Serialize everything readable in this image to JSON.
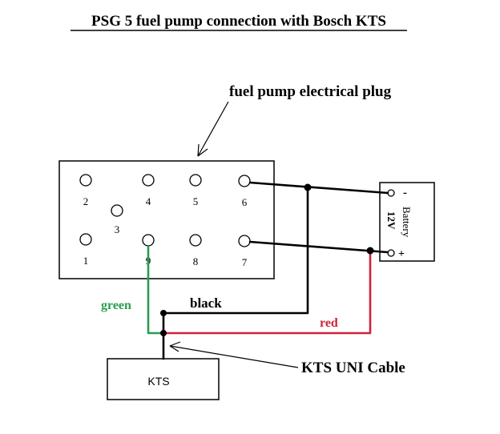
{
  "title": "PSG 5 fuel pump connection with Bosch KTS",
  "plug_label": "fuel pump electrical plug",
  "pins": [
    "2",
    "3",
    "4",
    "5",
    "6",
    "1",
    "9",
    "8",
    "7"
  ],
  "battery": {
    "label": "Battery",
    "voltage": "12V",
    "minus": "-",
    "plus": "+"
  },
  "wires": {
    "green": "green",
    "black": "black",
    "red": "red"
  },
  "kts_label": "KTS",
  "cable_label": "KTS UNI Cable",
  "colors": {
    "green": "#2a9d4f",
    "red": "#d0223a",
    "black": "#000000"
  }
}
